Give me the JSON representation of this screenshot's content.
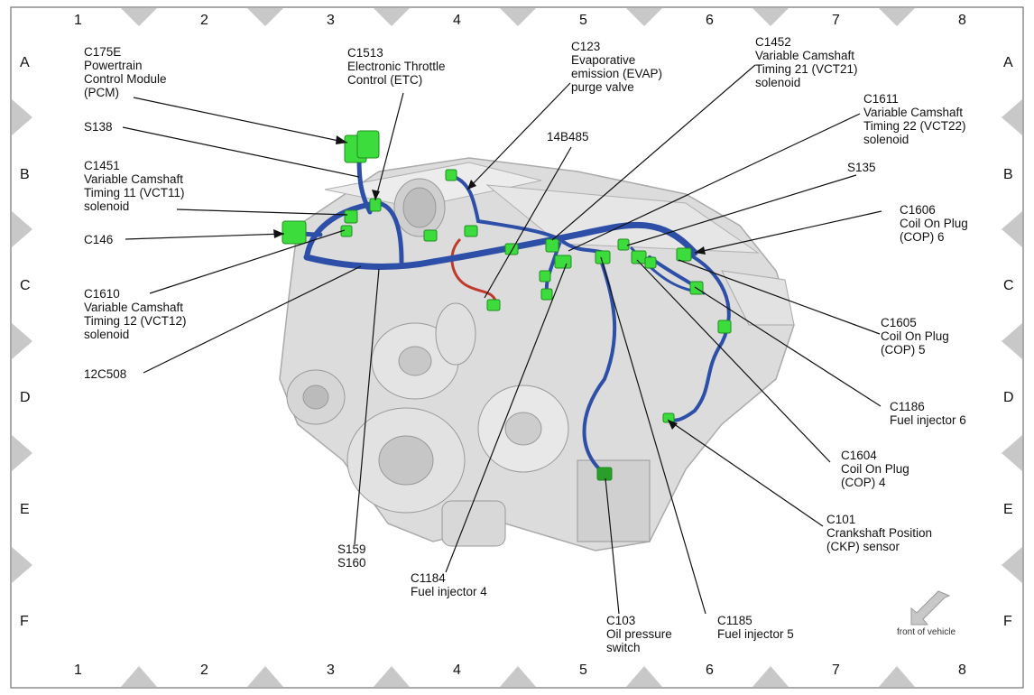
{
  "grid": {
    "columns": [
      "1",
      "2",
      "3",
      "4",
      "5",
      "6",
      "7",
      "8"
    ],
    "rows": [
      "A",
      "B",
      "C",
      "D",
      "E",
      "F"
    ]
  },
  "labels": {
    "c175e": "C175E\nPowertrain\nControl Module\n(PCM)",
    "c1513": "C1513\nElectronic Throttle\nControl (ETC)",
    "c123": "C123\nEvaporative\nemission (EVAP)\npurge valve",
    "c1452": "C1452\nVariable Camshaft\nTiming 21 (VCT21)\nsolenoid",
    "c1611": "C1611\nVariable Camshaft\nTiming 22 (VCT22)\nsolenoid",
    "s138": "S138",
    "b14b485": "14B485",
    "c1451": "C1451\nVariable Camshaft\nTiming 11 (VCT11)\nsolenoid",
    "s135": "S135",
    "c1606": "C1606\nCoil On Plug\n(COP) 6",
    "c146": "C146",
    "c1610": "C1610\nVariable Camshaft\nTiming 12 (VCT12)\nsolenoid",
    "c1605": "C1605\nCoil On Plug\n(COP) 5",
    "c12c508": "12C508",
    "c1186": "C1186\nFuel injector 6",
    "c1604": "C1604\nCoil On Plug\n(COP) 4",
    "c101": "C101\nCrankshaft Position\n(CKP) sensor",
    "s159": "S159\nS160",
    "c1184": "C1184\nFuel injector 4",
    "c103": "C103\nOil pressure\nswitch",
    "c1185": "C1185\nFuel injector 5"
  },
  "front_of_vehicle": "front of vehicle",
  "colors": {
    "harness": "#2e4fa8",
    "connector": "#3ddc3d",
    "engine": "#d9d9d9",
    "tube_red": "#c0392b",
    "marker": "#c8c8c8"
  },
  "icons": {
    "front_arrow": "arrow-icon"
  }
}
